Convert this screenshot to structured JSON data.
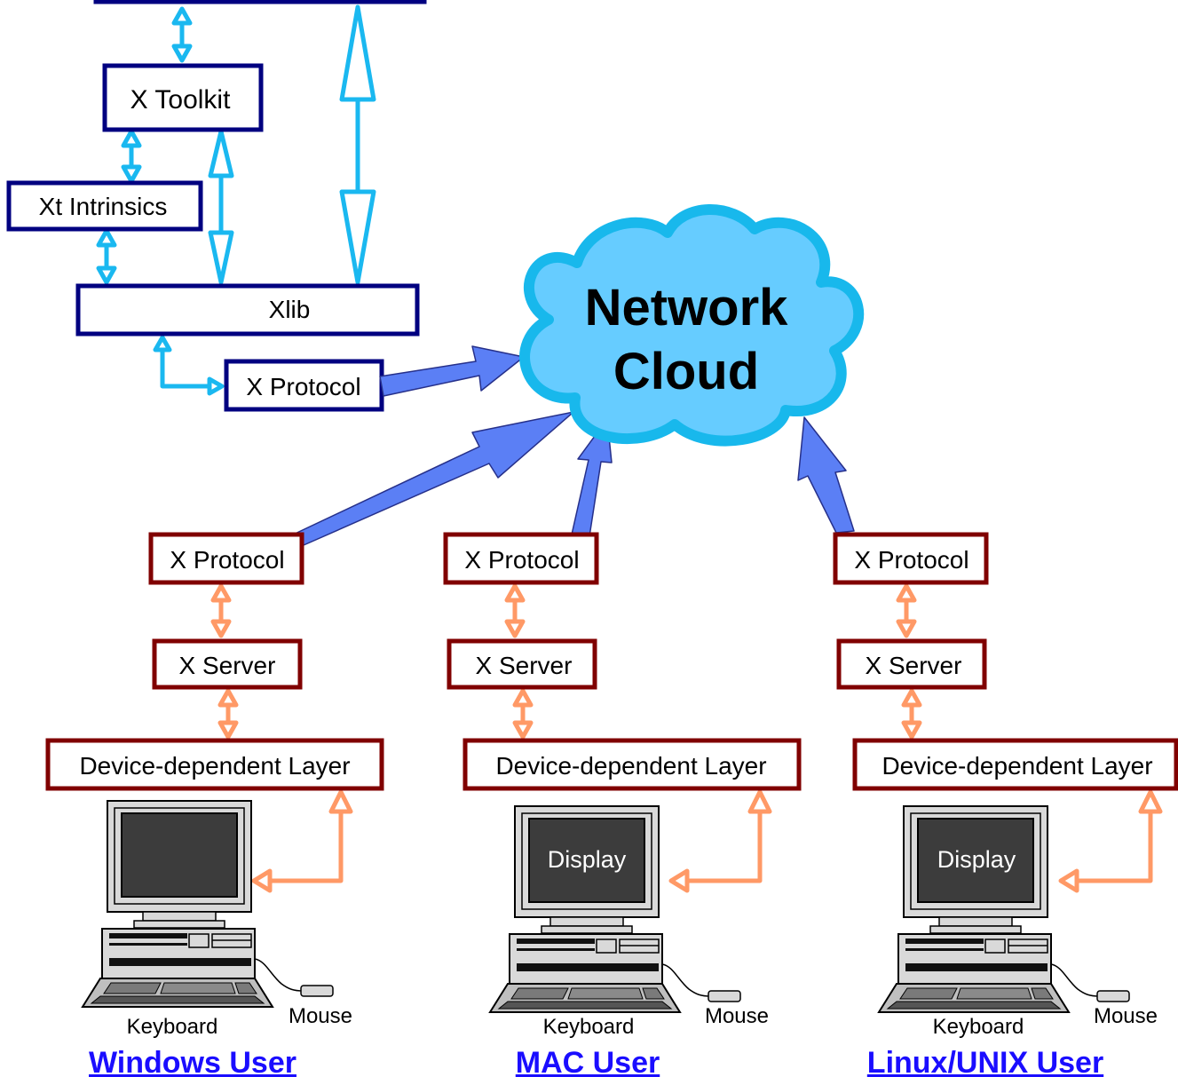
{
  "client": {
    "toolkit": "X Toolkit",
    "intrinsics": "Xt Intrinsics",
    "xlib": "Xlib",
    "protocol": "X Protocol"
  },
  "network": {
    "line1": "Network",
    "line2": "Cloud"
  },
  "columns": [
    {
      "protocol": "X Protocol",
      "server": "X Server",
      "device_layer": "Device-dependent Layer",
      "display_label": "",
      "keyboard": "Keyboard",
      "mouse": "Mouse",
      "user_link": "Windows User"
    },
    {
      "protocol": "X Protocol",
      "server": "X Server",
      "device_layer": "Device-dependent Layer",
      "display_label": "Display",
      "keyboard": "Keyboard",
      "mouse": "Mouse",
      "user_link": "MAC User"
    },
    {
      "protocol": "X Protocol",
      "server": "X Server",
      "device_layer": "Device-dependent Layer",
      "display_label": "Display",
      "keyboard": "Keyboard",
      "mouse": "Mouse",
      "user_link": "Linux/UNIX User"
    }
  ],
  "colors": {
    "client_box_border": "#000080",
    "server_box_border": "#800000",
    "client_arrow": "#1ab8f0",
    "server_arrow": "#ff9966",
    "network_arrow": "#5b7ff5",
    "cloud_fill": "#66ccff",
    "cloud_border": "#18b8ec",
    "link": "#1a0dff"
  }
}
